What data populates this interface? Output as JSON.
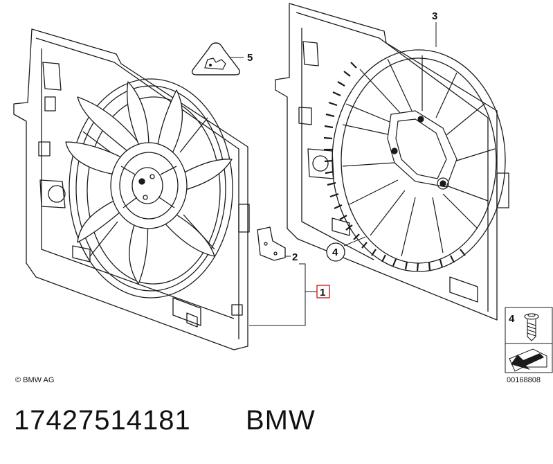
{
  "diagram": {
    "callouts": {
      "c1": "1",
      "c2": "2",
      "c3": "3",
      "c4": "4",
      "c5": "5",
      "c4_legend": "4"
    },
    "copyright": "© BMW AG",
    "image_number": "00168808",
    "highlight_color": "#cc2222"
  },
  "footer": {
    "part_number": "17427514181",
    "brand": "BMW"
  }
}
